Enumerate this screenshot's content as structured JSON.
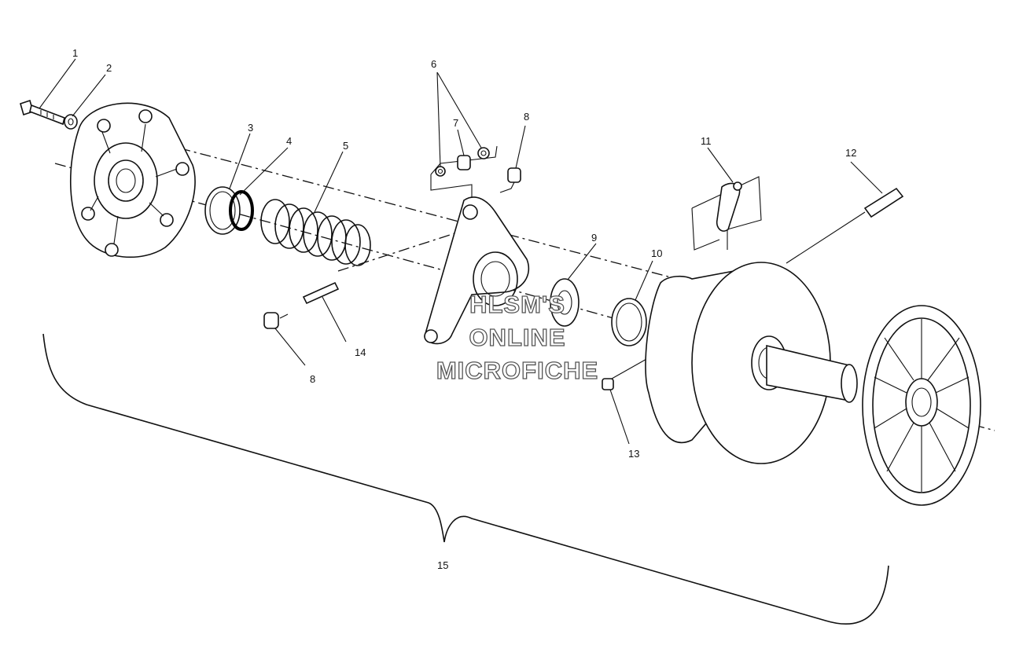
{
  "diagram": {
    "labels": [
      "1",
      "2",
      "3",
      "4",
      "5",
      "6",
      "7",
      "8",
      "9",
      "10",
      "11",
      "12",
      "13",
      "8",
      "14",
      "15"
    ],
    "watermark": [
      "HLSM'S",
      "ONLINE",
      "MICROFICHE"
    ]
  }
}
